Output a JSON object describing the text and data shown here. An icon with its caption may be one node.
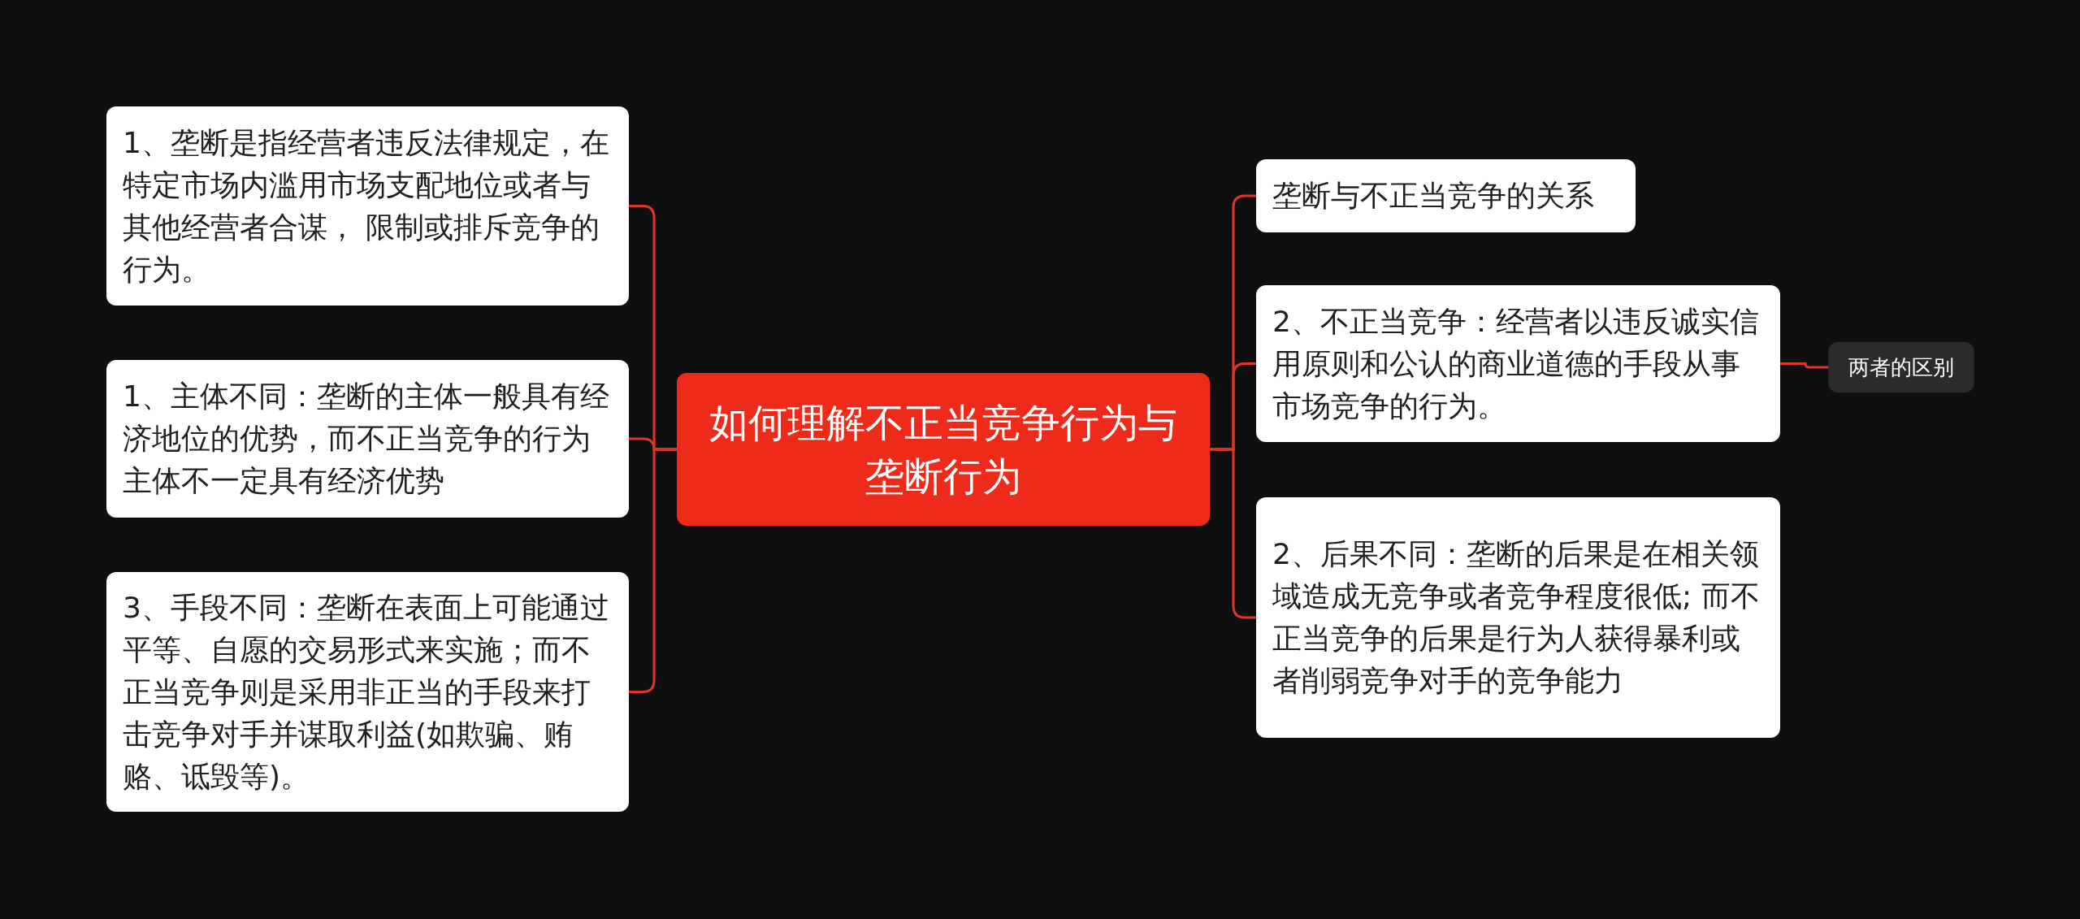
{
  "diagram": {
    "nodes": [
      {
        "text": [
          "如何理解不正当竞争行为与垄断行为"
        ]
      },
      {
        "text": [
          "1、垄断是指经营者违反法律规定，在特定市场内滥用市场支配地位或者与其他经营者合谋， 限制或排斥竞争的行为。"
        ]
      },
      {
        "text": [
          "1、主体不同：垄断的主体一般具有经济地位的优势，而不正当竞争的行为主体不一定具有经济优势"
        ]
      },
      {
        "text": [
          "3、手段不同：垄断在表面上可能通过平等、自愿的交易形式来实施；而不正当竞争则是采用非正当的手段来打击竞争对手并谋取利益(如欺骗、贿赂、诋毁等)。"
        ]
      },
      {
        "text": [
          "垄断与不正当竞争的关系"
        ]
      },
      {
        "text": [
          "2、不正当竞争：经营者以违反诚实信用原则和公认的商业道德的手段从事市场竞争的行为。"
        ]
      },
      {
        "text": [
          "2、后果不同：垄断的后果是在相关领域造成无竞争或者竞争程度很低; 而不正当竞争的后果是行为人获得暴利或者削弱竞争对手的竞争能力"
        ]
      },
      {
        "text": [
          "两者的区别"
        ]
      }
    ],
    "edges": [
      {
        "from": 0,
        "to": 1,
        "arrow": "none"
      },
      {
        "from": 0,
        "to": 2,
        "arrow": "none"
      },
      {
        "from": 0,
        "to": 3,
        "arrow": "none"
      },
      {
        "from": 0,
        "to": 4,
        "arrow": "none"
      },
      {
        "from": 0,
        "to": 5,
        "arrow": "none"
      },
      {
        "from": 0,
        "to": 6,
        "arrow": "none"
      },
      {
        "from": 5,
        "to": 7,
        "arrow": "none"
      }
    ]
  }
}
